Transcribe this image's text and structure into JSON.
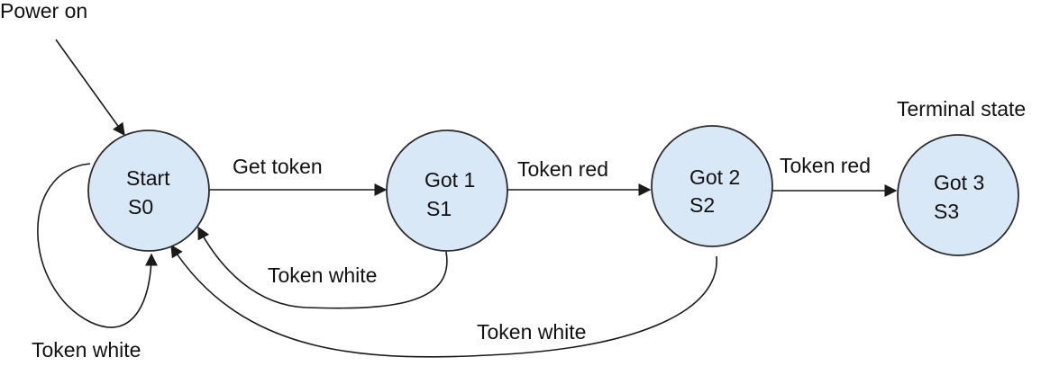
{
  "diagram": {
    "start_label": "Power on",
    "terminal_label": "Terminal state",
    "states": [
      {
        "name": "Start",
        "id": "S0"
      },
      {
        "name": "Got 1",
        "id": "S1"
      },
      {
        "name": "Got 2",
        "id": "S2"
      },
      {
        "name": "Got 3",
        "id": "S3"
      }
    ],
    "transitions": [
      {
        "from": "S0",
        "to": "S0",
        "label": "Token white"
      },
      {
        "from": "S0",
        "to": "S1",
        "label": "Get token"
      },
      {
        "from": "S1",
        "to": "S2",
        "label": "Token red"
      },
      {
        "from": "S2",
        "to": "S3",
        "label": "Token red"
      },
      {
        "from": "S1",
        "to": "S0",
        "label": "Token white"
      },
      {
        "from": "S2",
        "to": "S0",
        "label": "Token white"
      }
    ],
    "colors": {
      "state_fill": "#d9e8f6",
      "stroke": "#1a1a1a"
    }
  }
}
